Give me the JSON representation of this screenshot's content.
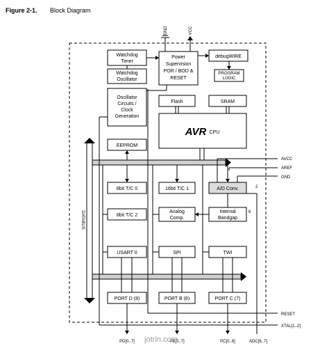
{
  "figure": {
    "number": "Figure 2-1.",
    "title": "Block Diagram"
  },
  "blocks": {
    "watchdog_timer": [
      "Watchdog",
      "Timer"
    ],
    "watchdog_oscillator": [
      "Watchdog",
      "Oscillator"
    ],
    "power_supervision": [
      "Power",
      "Supervision",
      "POR / BOD &",
      "RESET"
    ],
    "debugwire": [
      "debugWIRE"
    ],
    "program_logic": [
      "PROGRAM",
      "LOGIC"
    ],
    "oscillator_circuits": [
      "Oscillator",
      "Circuits /",
      "Clock",
      "Generation"
    ],
    "flash": [
      "Flash"
    ],
    "sram": [
      "SRAM"
    ],
    "cpu_logo": "AVR",
    "cpu_label": "CPU",
    "eeprom": [
      "EEPROM"
    ],
    "tc0": [
      "8bit T/C 0"
    ],
    "tc1": [
      "16bit T/C 1"
    ],
    "adc": [
      "A/D Conv."
    ],
    "tc2": [
      "8bit T/C 2"
    ],
    "analog_comp": [
      "Analog",
      "Comp."
    ],
    "internal_bandgap": [
      "Internal",
      "Bandgap"
    ],
    "usart": [
      "USART 0"
    ],
    "spi": [
      "SPI"
    ],
    "twi": [
      "TWI"
    ],
    "port_d": [
      "PORT D (8)"
    ],
    "port_b": [
      "PORT B (8)"
    ],
    "port_c": [
      "PORT C (7)"
    ]
  },
  "labels": {
    "gnd_top": "GND",
    "vcc_top": "VCC",
    "databus": "DATABUS",
    "avcc": "AVCC",
    "aref": "AREF",
    "gnd_right": "GND",
    "reset": "RESET",
    "xtal": "XTAL[1..2]",
    "pd": "PD[0..7]",
    "pb": "PB[0..7]",
    "pc": "PC[0..6]",
    "adc_pins": "ADC[6..7]",
    "bus_2": "2",
    "bus_6": "6"
  },
  "watermark": "jotrin.com"
}
